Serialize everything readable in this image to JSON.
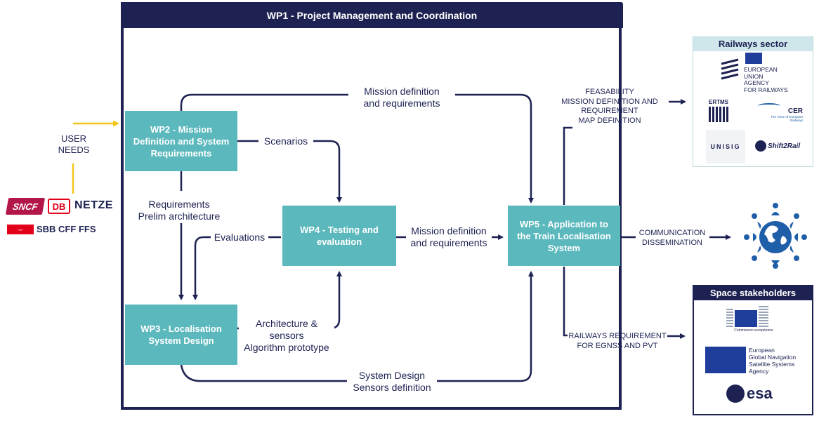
{
  "wp1": {
    "title": "WP1 - Project Management and Coordination"
  },
  "user_needs": {
    "line1": "USER",
    "line2": "NEEDS"
  },
  "partners": {
    "sncf": "SNCF",
    "db": "DB",
    "netze": "NETZE",
    "sbb": "SBB CFF FFS"
  },
  "wp2": {
    "line1": "WP2 - Mission",
    "line2": "Definition and System",
    "line3": "Requirements"
  },
  "wp3": {
    "line1": "WP3 - Localisation",
    "line2": "System Design"
  },
  "wp4": {
    "line1": "WP4 - Testing and",
    "line2": "evaluation"
  },
  "wp5": {
    "line1": "WP5 - Application to",
    "line2": "the Train Localisation",
    "line3": "System"
  },
  "labels": {
    "mission_top_1": "Mission definition",
    "mission_top_2": "and requirements",
    "scenarios": "Scenarios",
    "req_prelim_1": "Requirements",
    "req_prelim_2": "Prelim architecture",
    "evaluations": "Evaluations",
    "mission_mid_1": "Mission definition",
    "mission_mid_2": "and requirements",
    "arch_1": "Architecture &",
    "arch_2": "sensors",
    "arch_3": "Algorithm prototype",
    "sysdesign_1": "System Design",
    "sysdesign_2": "Sensors definition"
  },
  "outputs": {
    "feas_1": "FEASABILITY",
    "feas_2": "MISSION DEFINITION AND",
    "feas_3": "REQUIREMENT",
    "feas_4": "MAP DEFINITION",
    "comm_1": "COMMUNICATION",
    "comm_2": "DISSEMINATION",
    "rail_req_1": "RAILWAYS REQUIREMENT",
    "rail_req_2": "FOR EGNSS AND PVT"
  },
  "railways_panel": {
    "title": "Railways sector",
    "era_1": "EUROPEAN",
    "era_2": "UNION",
    "era_3": "AGENCY",
    "era_4": "FOR RAILWAYS",
    "ertms": "ERTMS",
    "cer": "CER",
    "cer_sub": "The Voice of European Railways",
    "unisig": "UNISIG",
    "shift2rail": "Shift2Rail"
  },
  "space_panel": {
    "title": "Space stakeholders",
    "commission": "Commission européenne",
    "gsa_1": "European",
    "gsa_2": "Global Navigation",
    "gsa_3": "Satellite Systems",
    "gsa_4": "Agency",
    "esa": "esa"
  },
  "colors": {
    "navy": "#1d2252",
    "teal": "#5bb8bd",
    "yellow": "#f2c618",
    "sncf": "#b3174a",
    "db": "#e2001a",
    "sbb": "#e2001a",
    "globe": "#1f5ea8"
  }
}
